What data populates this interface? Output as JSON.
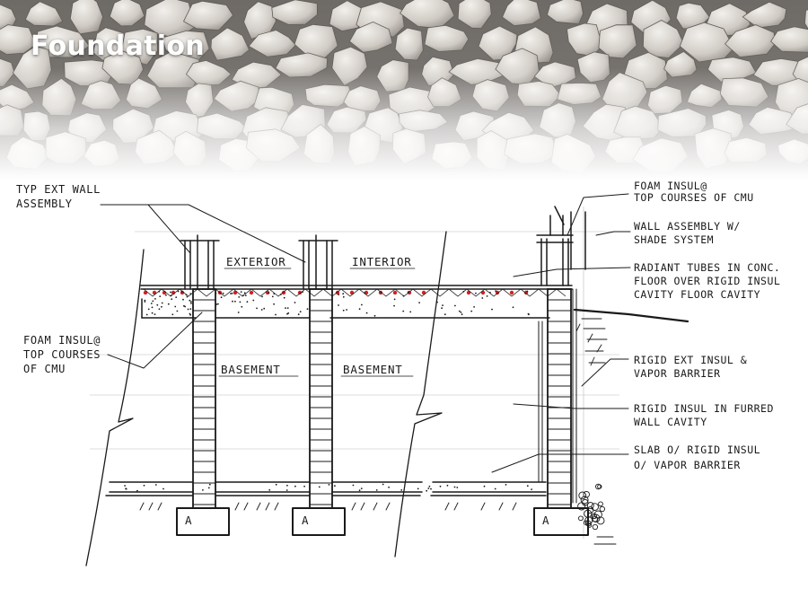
{
  "slide": {
    "title": "Foundation"
  },
  "diagram": {
    "rooms": {
      "exterior": "EXTERIOR",
      "interior": "INTERIOR",
      "basement_left": "BASEMENT",
      "basement_right": "BASEMENT"
    },
    "footing_marks": [
      "A",
      "A",
      "A"
    ],
    "annotations_left": {
      "typ_ext_wall": [
        "TYP EXT WALL",
        "ASSEMBLY"
      ],
      "foam_insul": [
        "FOAM INSUL@",
        "TOP COURSES",
        "OF CMU"
      ]
    },
    "annotations_right": {
      "foam_insul_top": [
        "FOAM INSUL@",
        "TOP COURSES OF CMU"
      ],
      "wall_assembly": [
        "WALL ASSEMBLY W/",
        "SHADE SYSTEM"
      ],
      "radiant_tubes": [
        "RADIANT TUBES IN CONC.",
        "FLOOR OVER RIGID INSUL",
        "CAVITY FLOOR CAVITY"
      ],
      "rigid_ext_insul": [
        "RIGID EXT INSUL &",
        "VAPOR BARRIER"
      ],
      "rigid_insul_furred": [
        "RIGID INSUL IN FURRED",
        "WALL CAVITY"
      ],
      "slab": [
        "SLAB O/ RIGID INSUL",
        "O/ VAPOR BARRIER"
      ]
    },
    "colors": {
      "ink": "#1a1a1a",
      "radiant_tube": "#d42020",
      "title_text": "#ffffff"
    }
  }
}
